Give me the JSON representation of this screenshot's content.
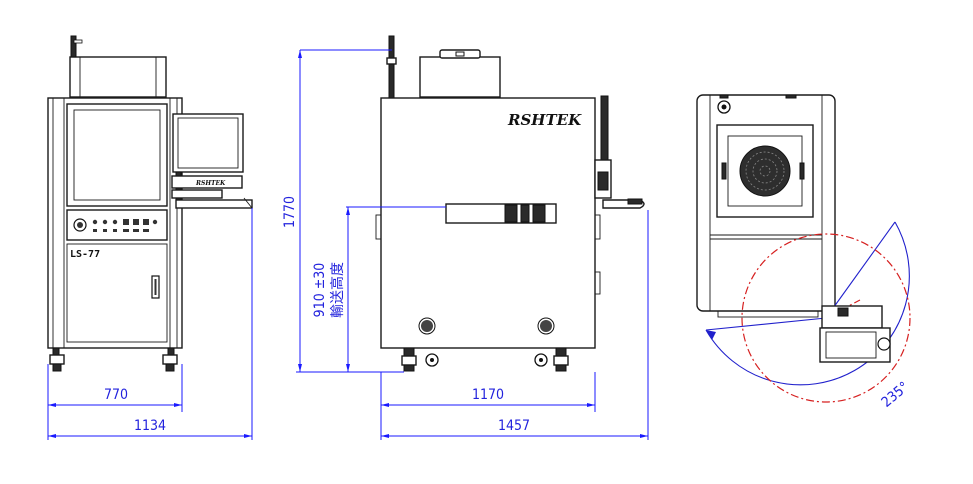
{
  "front_view": {
    "model_label": "LS-77",
    "screen_logo": "RSHTEK",
    "dim_width_inner": "770",
    "dim_width_total": "1134"
  },
  "side_view": {
    "brand_logo": "RSHTEK",
    "dim_height_total": "1770",
    "dim_conveyor_height_value": "910 ±30",
    "dim_conveyor_height_label": "輸送高度",
    "dim_width_inner": "1170",
    "dim_width_total": "1457"
  },
  "top_view": {
    "rotation_angle": "235°"
  },
  "colors": {
    "outline": "#1a1a1a",
    "dimension": "#2222dd",
    "center_line": "#d62020"
  }
}
